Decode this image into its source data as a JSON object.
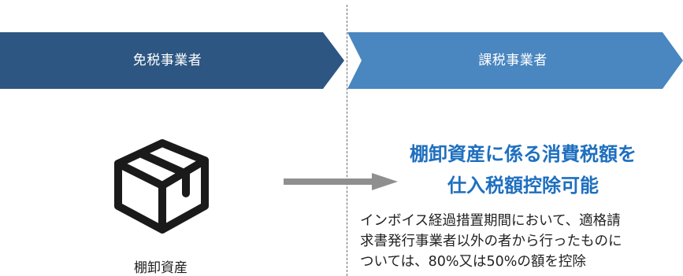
{
  "banners": {
    "left_label": "免税事業者",
    "right_label": "課税事業者",
    "left_color": "#2d5682",
    "right_color": "#4a86c0"
  },
  "item": {
    "icon": "box-icon",
    "label": "棚卸資産"
  },
  "result": {
    "headline_line1": "棚卸資産に係る消費税額を",
    "headline_line2": "仕入税額控除可能",
    "headline_color": "#1e6fbf",
    "description": "インボイス経過措置期間において、適格請\n求書発行事業者以外の者から行ったものに\nついては、80%又は50%の額を控除"
  },
  "arrow_icon": "arrow-right-icon"
}
